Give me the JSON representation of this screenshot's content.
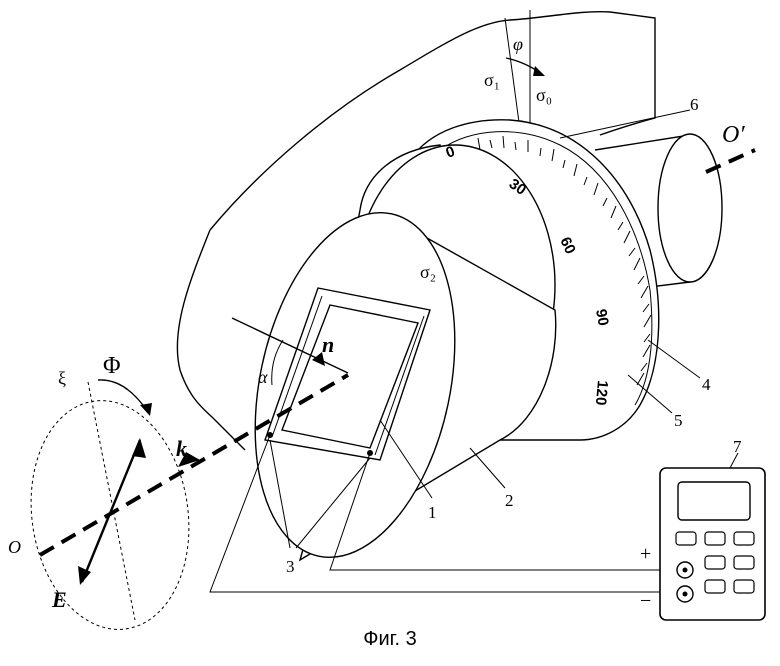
{
  "caption": "Фиг. 3",
  "axis_labels": {
    "start": "O",
    "end": "O′"
  },
  "vectors": {
    "k": "k",
    "n": "n",
    "E": "E"
  },
  "angles": {
    "phi_upper": "Φ",
    "phi_scale": "φ",
    "alpha": "α",
    "xi": "ξ"
  },
  "planes": {
    "sigma0": "σ₀",
    "sigma1": "σ₁",
    "sigma2": "σ₂"
  },
  "scale_marks": [
    "0",
    "30",
    "60",
    "90",
    "120"
  ],
  "part_numbers": [
    "1",
    "2",
    "3",
    "4",
    "5",
    "6",
    "7"
  ],
  "terminals": {
    "plus": "+",
    "minus": "−"
  }
}
